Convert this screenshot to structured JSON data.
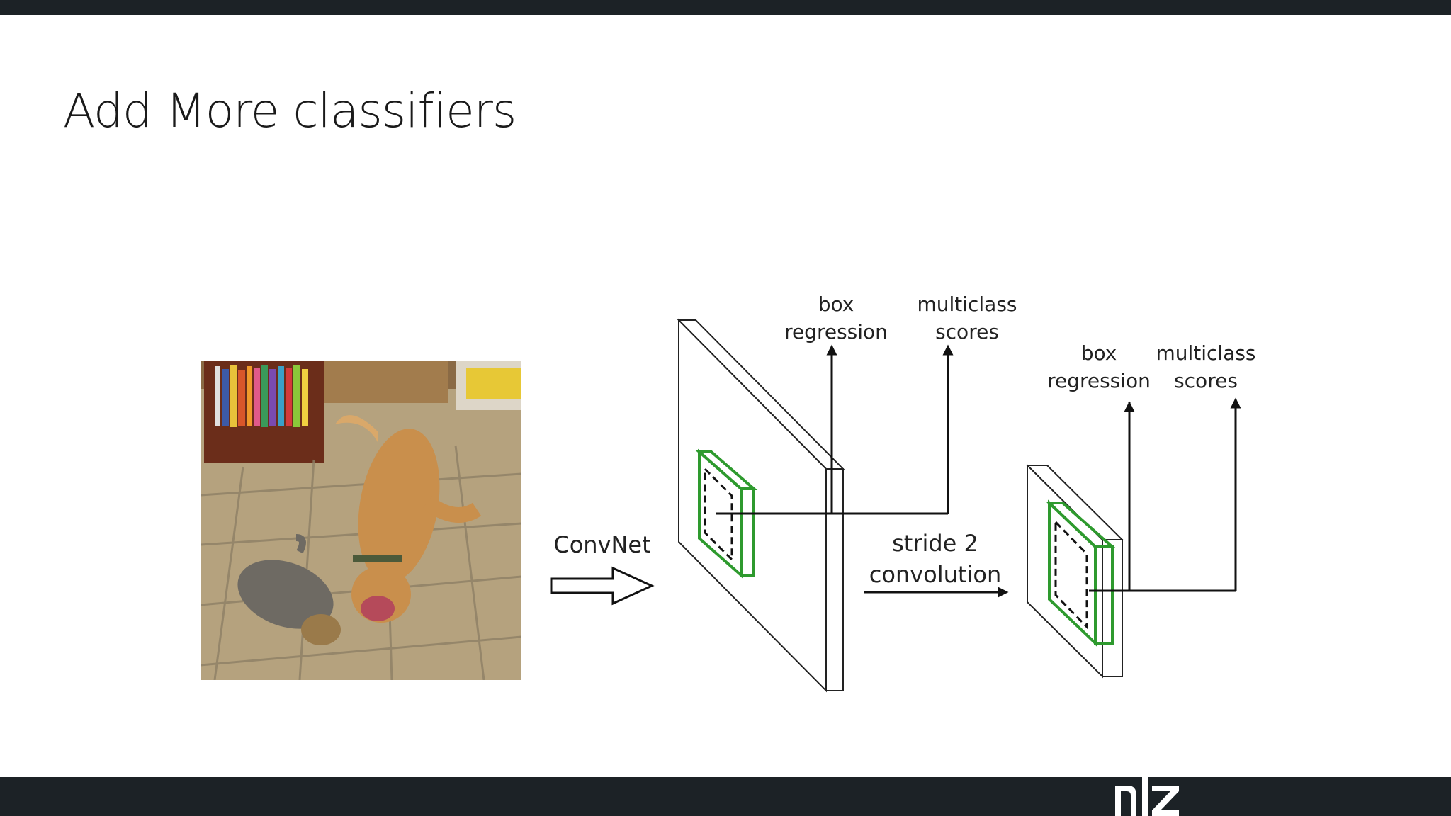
{
  "slide": {
    "title": "Add More classifiers"
  },
  "diagram": {
    "convnet_label": "ConvNet",
    "stride_label_line1": "stride 2",
    "stride_label_line2": "convolution",
    "layer1": {
      "box_label_line1": "box",
      "box_label_line2": "regression",
      "class_label_line1": "multiclass",
      "class_label_line2": "scores"
    },
    "layer2": {
      "box_label_line1": "box",
      "box_label_line2": "regression",
      "class_label_line1": "multiclass",
      "class_label_line2": "scores"
    },
    "colors": {
      "green_box": "#2e9a2e",
      "line": "#111111"
    }
  },
  "footer": {
    "logo_icon": "university-logo-icon"
  }
}
